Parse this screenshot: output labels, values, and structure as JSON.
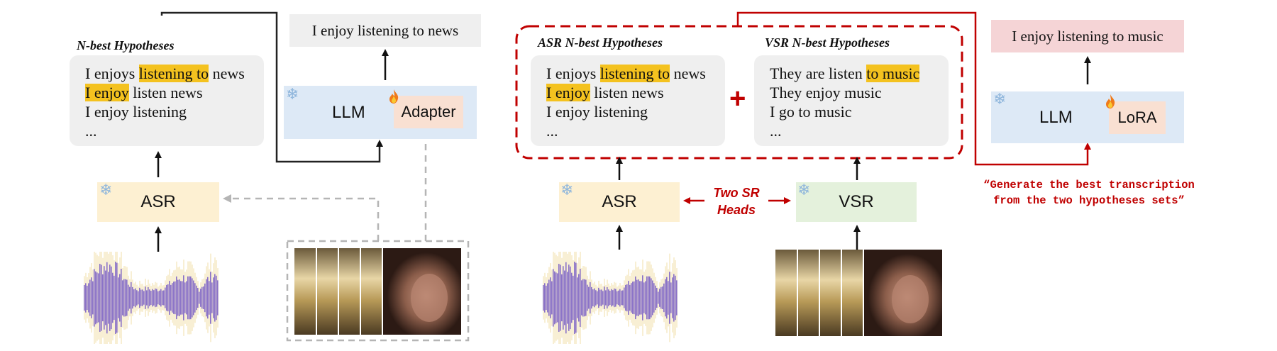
{
  "left": {
    "hyp_title": "N-best Hypotheses",
    "hypotheses": [
      {
        "pre": "I enjoys ",
        "hl": "listening to",
        "post": " news"
      },
      {
        "pre": "",
        "hl": "I enjoy",
        "post": " listen news"
      },
      {
        "pre": "I enjoy listening",
        "hl": "",
        "post": ""
      },
      {
        "pre": "...",
        "hl": "",
        "post": ""
      }
    ],
    "asr_label": "ASR",
    "llm_label": "LLM",
    "adapter_label": "Adapter",
    "output": "I enjoy listening to news"
  },
  "right": {
    "asr_title": "ASR N-best Hypotheses",
    "asr_hypotheses": [
      {
        "pre": "I enjoys ",
        "hl": "listening to",
        "post": " news"
      },
      {
        "pre": "",
        "hl": "I enjoy",
        "post": " listen news"
      },
      {
        "pre": "I enjoy listening",
        "hl": "",
        "post": ""
      },
      {
        "pre": "...",
        "hl": "",
        "post": ""
      }
    ],
    "vsr_title": "VSR N-best Hypotheses",
    "vsr_hypotheses": [
      {
        "pre": "They are listen ",
        "hl": "to music",
        "post": ""
      },
      {
        "pre": "They enjoy music",
        "hl": "",
        "post": ""
      },
      {
        "pre": "I go to music",
        "hl": "",
        "post": ""
      },
      {
        "pre": "...",
        "hl": "",
        "post": ""
      }
    ],
    "plus": "+",
    "asr_label": "ASR",
    "vsr_label": "VSR",
    "heads_line1": "Two SR",
    "heads_line2": "Heads",
    "llm_label": "LLM",
    "lora_label": "LoRA",
    "output": "I enjoy listening to music",
    "prompt_line1": "“Generate the best transcription",
    "prompt_line2": "from the two hypotheses sets”"
  },
  "colors": {
    "highlight": "#f4c21f",
    "red": "#c00000",
    "asr_bg": "#fdf0d2",
    "vsr_bg": "#e4f1dc",
    "llm_bg": "#dde9f6",
    "adapter_bg": "#f9e0d2",
    "output_right_bg": "#f5d4d6",
    "output_left_bg": "#efefef",
    "wave": "#8a72c8"
  }
}
